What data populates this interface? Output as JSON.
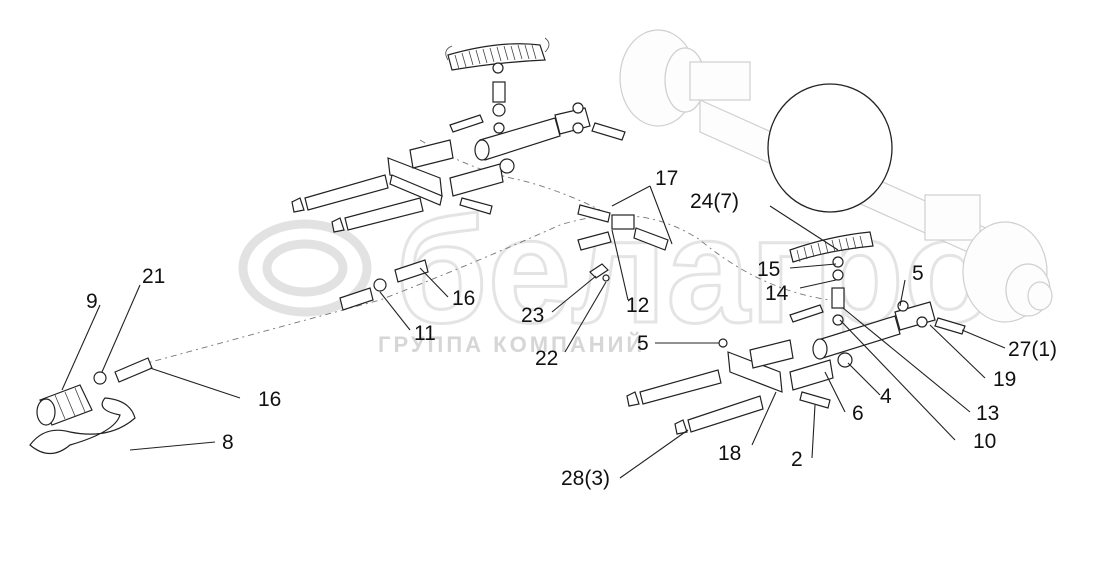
{
  "watermark": {
    "brand": "белагро",
    "subtitle": "ГРУППА КОМПАНИЙ"
  },
  "labels": [
    {
      "id": "l17",
      "text": "17"
    },
    {
      "id": "l24",
      "text": "24(7)"
    },
    {
      "id": "l21",
      "text": "21"
    },
    {
      "id": "l9",
      "text": "9"
    },
    {
      "id": "l16a",
      "text": "16"
    },
    {
      "id": "l15",
      "text": "15"
    },
    {
      "id": "l5a",
      "text": "5"
    },
    {
      "id": "l14",
      "text": "14"
    },
    {
      "id": "l23",
      "text": "23"
    },
    {
      "id": "l12",
      "text": "12"
    },
    {
      "id": "l11",
      "text": "11"
    },
    {
      "id": "l22",
      "text": "22"
    },
    {
      "id": "l5b",
      "text": "5"
    },
    {
      "id": "l27",
      "text": "27(1)"
    },
    {
      "id": "l19",
      "text": "19"
    },
    {
      "id": "l16b",
      "text": "16"
    },
    {
      "id": "l4",
      "text": "4"
    },
    {
      "id": "l6",
      "text": "6"
    },
    {
      "id": "l13",
      "text": "13"
    },
    {
      "id": "l8",
      "text": "8"
    },
    {
      "id": "l10",
      "text": "10"
    },
    {
      "id": "l18",
      "text": "18"
    },
    {
      "id": "l2",
      "text": "2"
    },
    {
      "id": "l28",
      "text": "28(3)"
    }
  ]
}
